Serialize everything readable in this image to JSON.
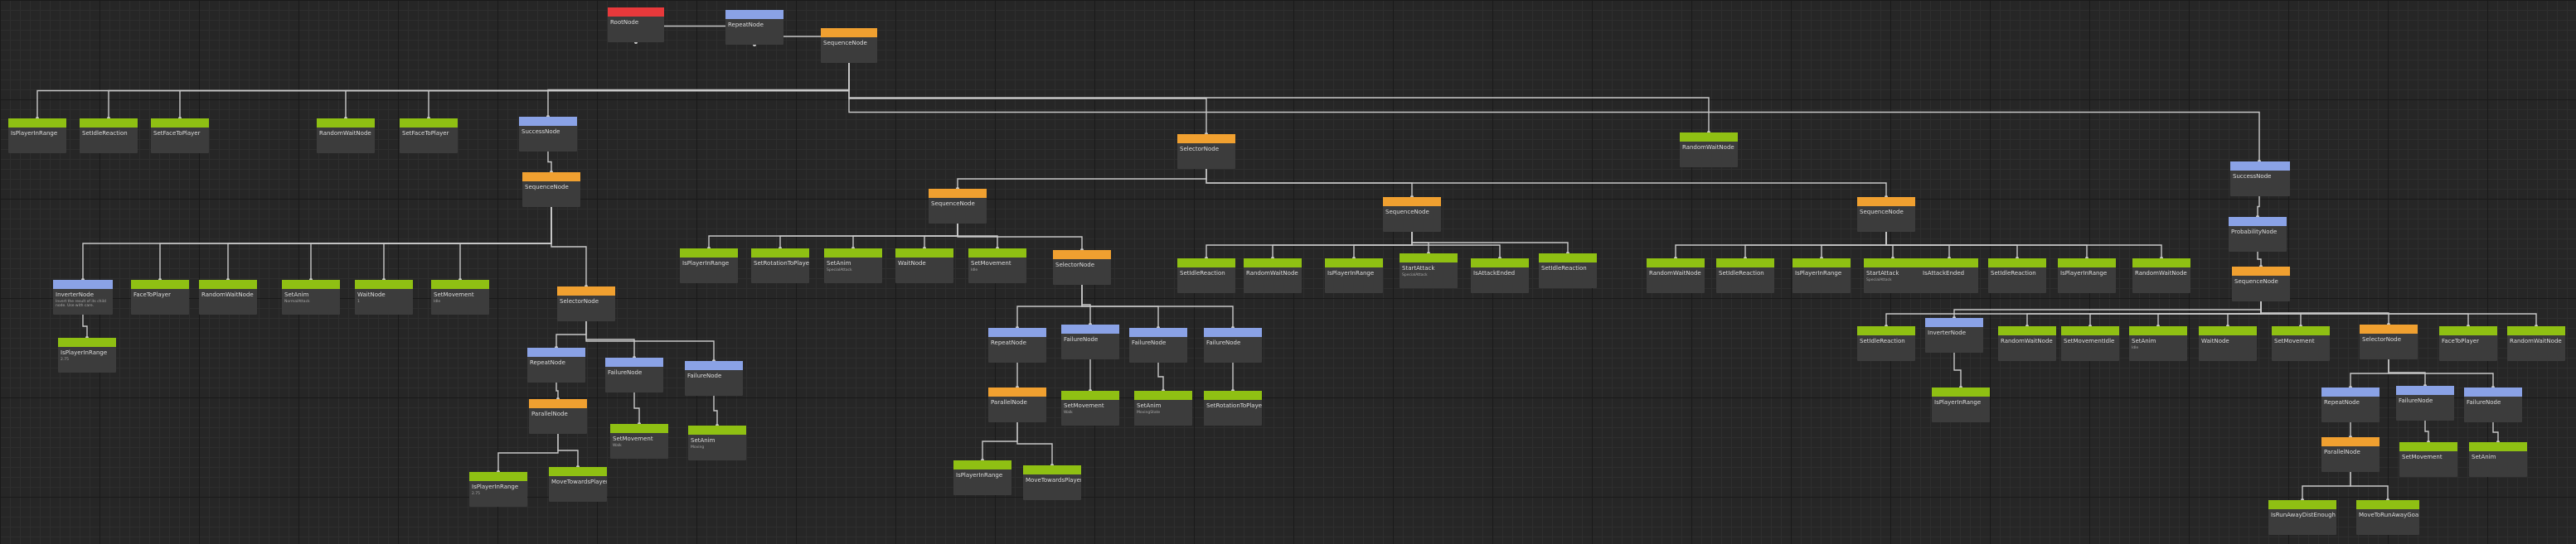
{
  "colors": {
    "action": "#8fc013",
    "composite": "#f0a030",
    "decorator": "#8aa2e6",
    "root": "#e8393b",
    "edge": "#c8c8c8"
  },
  "nodes": [
    {
      "id": "root",
      "label": "RootNode",
      "kind": "root"
    },
    {
      "id": "repeat",
      "label": "RepeatNode",
      "kind": "decorator"
    },
    {
      "id": "seq0",
      "label": "SequenceNode",
      "kind": "composite"
    },
    {
      "id": "a1",
      "label": "IsPlayerInRange",
      "kind": "action"
    },
    {
      "id": "a2",
      "label": "SetIdleReaction",
      "kind": "action"
    },
    {
      "id": "a3",
      "label": "SetFaceToPlayer",
      "kind": "action"
    },
    {
      "id": "a4",
      "label": "RandomWaitNode",
      "kind": "action"
    },
    {
      "id": "a5",
      "label": "SetFaceToPlayer",
      "kind": "action"
    },
    {
      "id": "succ1",
      "label": "SuccessNode",
      "kind": "decorator"
    },
    {
      "id": "sel1",
      "label": "SelectorNode",
      "kind": "composite"
    },
    {
      "id": "a6",
      "label": "RandomWaitNode",
      "kind": "action"
    },
    {
      "id": "succ2",
      "label": "SuccessNode",
      "kind": "decorator"
    },
    {
      "id": "seqA",
      "label": "SequenceNode",
      "kind": "composite"
    },
    {
      "id": "invA",
      "label": "InverterNode",
      "kind": "decorator",
      "sub": "Invert the result of its child node. Use with care."
    },
    {
      "id": "aA1",
      "label": "IsPlayerInRange",
      "kind": "action",
      "sub": "2.75"
    },
    {
      "id": "aA2",
      "label": "FaceToPlayer",
      "kind": "action"
    },
    {
      "id": "aA3",
      "label": "RandomWaitNode",
      "kind": "action"
    },
    {
      "id": "aA4",
      "label": "SetAnim",
      "kind": "action",
      "sub": "NormalAttack"
    },
    {
      "id": "aA5",
      "label": "WaitNode",
      "kind": "action",
      "sub": "1"
    },
    {
      "id": "aA6",
      "label": "SetMovement",
      "kind": "action",
      "sub": "Idle"
    },
    {
      "id": "selA",
      "label": "SelectorNode",
      "kind": "composite"
    },
    {
      "id": "repA",
      "label": "RepeatNode",
      "kind": "decorator"
    },
    {
      "id": "parA",
      "label": "ParallelNode",
      "kind": "composite"
    },
    {
      "id": "aA7",
      "label": "IsPlayerInRange",
      "kind": "action",
      "sub": "2.75"
    },
    {
      "id": "aA8",
      "label": "MoveTowardsPlayer",
      "kind": "action"
    },
    {
      "id": "failA1",
      "label": "FailureNode",
      "kind": "decorator"
    },
    {
      "id": "aA9",
      "label": "SetMovement",
      "kind": "action",
      "sub": "Walk"
    },
    {
      "id": "failA2",
      "label": "FailureNode",
      "kind": "decorator"
    },
    {
      "id": "aA10",
      "label": "SetAnim",
      "kind": "action",
      "sub": "Moving"
    },
    {
      "id": "seqB",
      "label": "SequenceNode",
      "kind": "composite"
    },
    {
      "id": "aB1",
      "label": "IsPlayerInRange",
      "kind": "action"
    },
    {
      "id": "aB2",
      "label": "SetRotationToPlayer",
      "kind": "action"
    },
    {
      "id": "aB3",
      "label": "SetAnim",
      "kind": "action",
      "sub": "SpecialAttack"
    },
    {
      "id": "aB4",
      "label": "WaitNode",
      "kind": "action"
    },
    {
      "id": "aB5",
      "label": "SetMovement",
      "kind": "action",
      "sub": "Idle"
    },
    {
      "id": "selB",
      "label": "SelectorNode",
      "kind": "composite"
    },
    {
      "id": "repB",
      "label": "RepeatNode",
      "kind": "decorator"
    },
    {
      "id": "parB",
      "label": "ParallelNode",
      "kind": "composite"
    },
    {
      "id": "aB6",
      "label": "IsPlayerInRange",
      "kind": "action"
    },
    {
      "id": "aB7",
      "label": "MoveTowardsPlayer",
      "kind": "action"
    },
    {
      "id": "failB1",
      "label": "FailureNode",
      "kind": "decorator"
    },
    {
      "id": "aB8",
      "label": "SetMovement",
      "kind": "action",
      "sub": "Walk"
    },
    {
      "id": "failB2",
      "label": "FailureNode",
      "kind": "decorator"
    },
    {
      "id": "aB9",
      "label": "SetAnim",
      "kind": "action",
      "sub": "MovingState"
    },
    {
      "id": "failB3",
      "label": "FailureNode",
      "kind": "decorator"
    },
    {
      "id": "aB10",
      "label": "SetRotationToPlayer",
      "kind": "action"
    },
    {
      "id": "seqC",
      "label": "SequenceNode",
      "kind": "composite"
    },
    {
      "id": "aC1",
      "label": "SetIdleReaction",
      "kind": "action"
    },
    {
      "id": "aC2",
      "label": "RandomWaitNode",
      "kind": "action"
    },
    {
      "id": "aC3",
      "label": "IsPlayerInRange",
      "kind": "action"
    },
    {
      "id": "aC4",
      "label": "StartAttack",
      "kind": "action",
      "sub": "SpecialAttack"
    },
    {
      "id": "aC5",
      "label": "IsAttackEnded",
      "kind": "action"
    },
    {
      "id": "aC6",
      "label": "SetIdleReaction",
      "kind": "action"
    },
    {
      "id": "seqD",
      "label": "SequenceNode",
      "kind": "composite"
    },
    {
      "id": "aD1",
      "label": "RandomWaitNode",
      "kind": "action"
    },
    {
      "id": "aD2",
      "label": "SetIdleReaction",
      "kind": "action"
    },
    {
      "id": "aD3",
      "label": "IsPlayerInRange",
      "kind": "action"
    },
    {
      "id": "aD4",
      "label": "StartAttack",
      "kind": "action",
      "sub": "SpecialAttack"
    },
    {
      "id": "aD5",
      "label": "IsAttackEnded",
      "kind": "action"
    },
    {
      "id": "aD6",
      "label": "SetIdleReaction",
      "kind": "action"
    },
    {
      "id": "aD7",
      "label": "IsPlayerInRange",
      "kind": "action"
    },
    {
      "id": "aD8",
      "label": "RandomWaitNode",
      "kind": "action"
    },
    {
      "id": "succ3",
      "label": "SuccessNode",
      "kind": "decorator"
    },
    {
      "id": "prob",
      "label": "ProbabilityNode",
      "kind": "decorator"
    },
    {
      "id": "seqE",
      "label": "SequenceNode",
      "kind": "composite"
    },
    {
      "id": "aE1",
      "label": "SetIdleReaction",
      "kind": "action"
    },
    {
      "id": "invE",
      "label": "InverterNode",
      "kind": "decorator"
    },
    {
      "id": "aE2",
      "label": "IsPlayerInRange",
      "kind": "action"
    },
    {
      "id": "aE3",
      "label": "RandomWaitNode",
      "kind": "action"
    },
    {
      "id": "aE4",
      "label": "SetMovementIdle",
      "kind": "action"
    },
    {
      "id": "aE5",
      "label": "SetAnim",
      "kind": "action",
      "sub": "Idle"
    },
    {
      "id": "aE6",
      "label": "WaitNode",
      "kind": "action"
    },
    {
      "id": "aE7",
      "label": "SetMovement",
      "kind": "action"
    },
    {
      "id": "selE",
      "label": "SelectorNode",
      "kind": "composite"
    },
    {
      "id": "repE",
      "label": "RepeatNode",
      "kind": "decorator"
    },
    {
      "id": "parE",
      "label": "ParallelNode",
      "kind": "composite"
    },
    {
      "id": "aE8",
      "label": "IsRunAwayDistEnough",
      "kind": "action"
    },
    {
      "id": "aE9",
      "label": "MoveToRunAwayGoal",
      "kind": "action"
    },
    {
      "id": "failE1",
      "label": "FailureNode",
      "kind": "decorator"
    },
    {
      "id": "aE10",
      "label": "SetMovement",
      "kind": "action"
    },
    {
      "id": "failE2",
      "label": "FailureNode",
      "kind": "decorator"
    },
    {
      "id": "aE11",
      "label": "SetAnim",
      "kind": "action"
    },
    {
      "id": "aE12",
      "label": "FaceToPlayer",
      "kind": "action"
    },
    {
      "id": "aE13",
      "label": "RandomWaitNode",
      "kind": "action"
    }
  ]
}
